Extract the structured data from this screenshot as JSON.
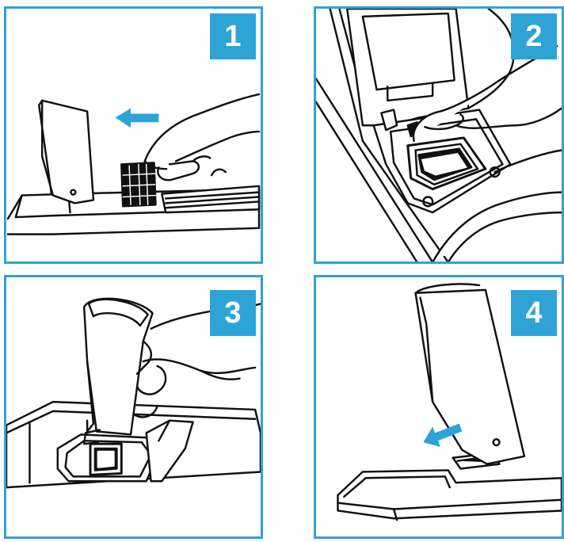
{
  "steps": [
    {
      "number": "1"
    },
    {
      "number": "2"
    },
    {
      "number": "3"
    },
    {
      "number": "4"
    }
  ],
  "colors": {
    "accent": "#2ea3d6",
    "line": "#111111",
    "background": "#ffffff"
  }
}
